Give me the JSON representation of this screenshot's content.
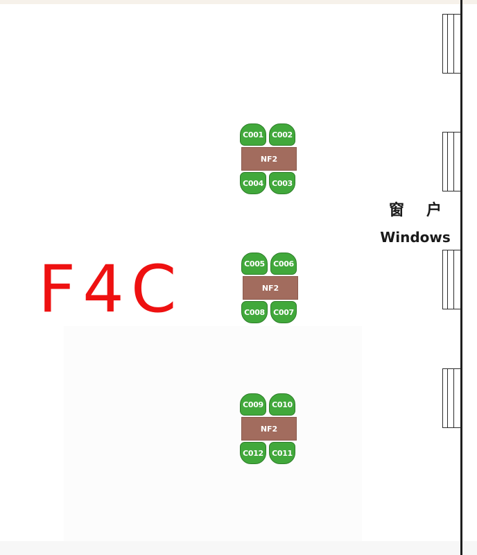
{
  "zone": {
    "label": "F4C"
  },
  "windows_label": {
    "cn": "窗户",
    "en": "Windows"
  },
  "colors": {
    "zone_label": "#ee1111",
    "chair": "#41a83b",
    "table": "#a26c5e",
    "wall": "#1e1e1e"
  },
  "pods": [
    {
      "table": "NF2",
      "chairs": {
        "top_left": "C001",
        "top_right": "C002",
        "bottom_left": "C004",
        "bottom_right": "C003"
      }
    },
    {
      "table": "NF2",
      "chairs": {
        "top_left": "C005",
        "top_right": "C006",
        "bottom_left": "C008",
        "bottom_right": "C007"
      }
    },
    {
      "table": "NF2",
      "chairs": {
        "top_left": "C009",
        "top_right": "C010",
        "bottom_left": "C012",
        "bottom_right": "C011"
      }
    }
  ]
}
